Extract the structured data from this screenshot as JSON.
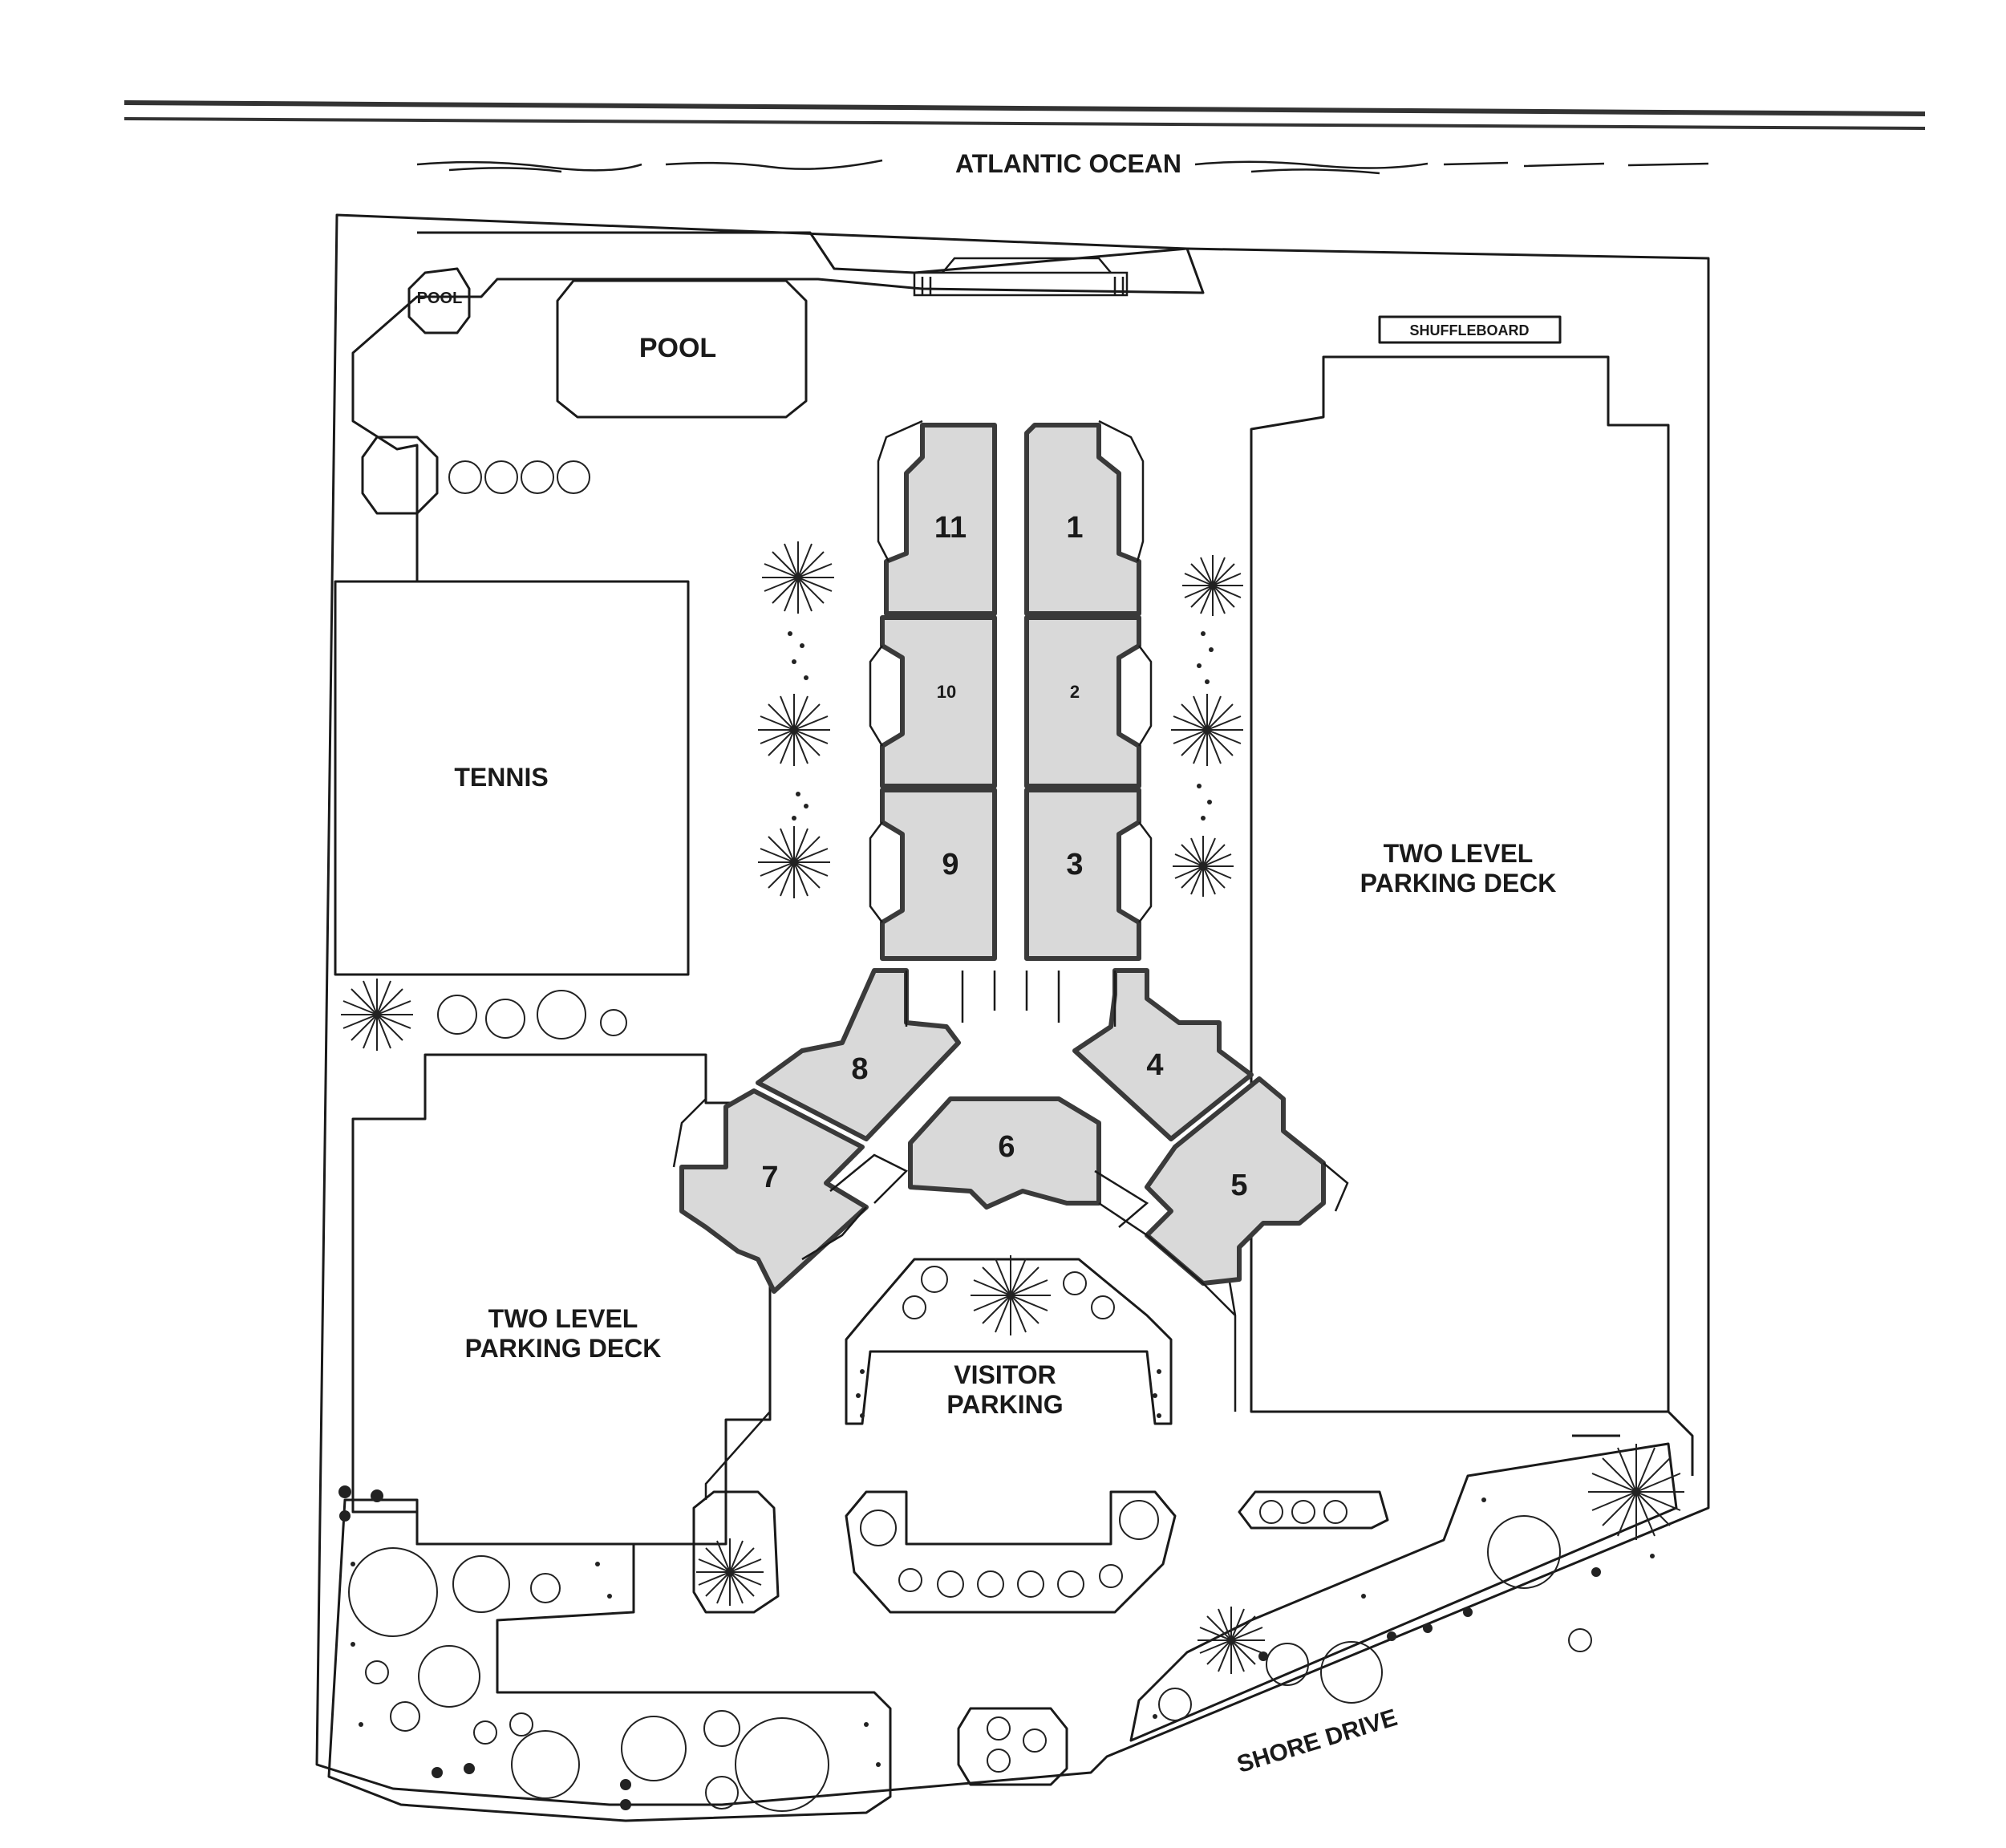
{
  "map": {
    "water_label": "ATLANTIC OCEAN",
    "road_label": "SHORE DRIVE",
    "amenities": {
      "pool_small": "POOL",
      "pool_large": "POOL",
      "shuffleboard": "SHUFFLEBOARD",
      "tennis": "TENNIS",
      "parking_left_line1": "TWO LEVEL",
      "parking_left_line2": "PARKING DECK",
      "parking_right_line1": "TWO LEVEL",
      "parking_right_line2": "PARKING DECK",
      "visitor_line1": "VISITOR",
      "visitor_line2": "PARKING"
    },
    "buildings": [
      "1",
      "2",
      "3",
      "4",
      "5",
      "6",
      "7",
      "8",
      "9",
      "10",
      "11"
    ]
  }
}
